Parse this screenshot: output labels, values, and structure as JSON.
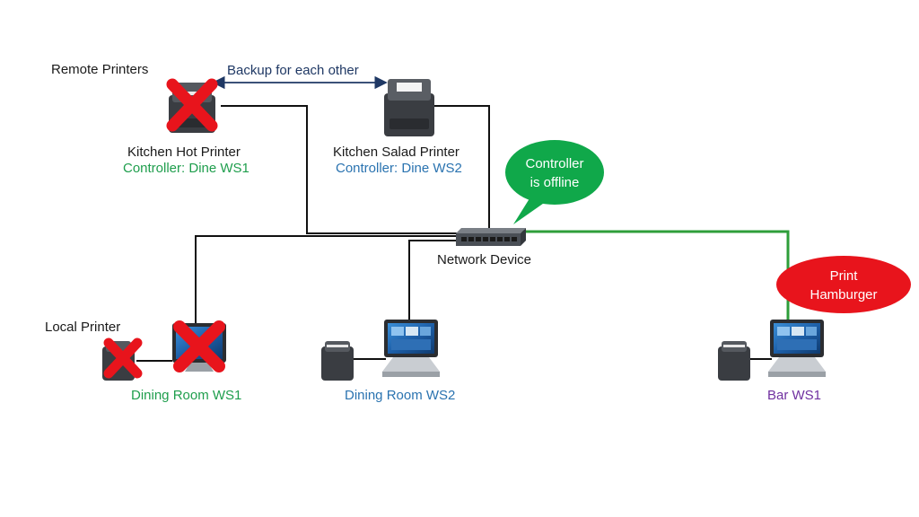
{
  "labels": {
    "remote_printers": "Remote Printers",
    "backup": "Backup for each other",
    "kitchen_hot_printer": "Kitchen Hot Printer",
    "kitchen_hot_controller": "Controller: Dine WS1",
    "kitchen_salad_printer": "Kitchen Salad Printer",
    "kitchen_salad_controller": "Controller: Dine WS2",
    "network_device": "Network Device",
    "local_printer": "Local Printer",
    "dining_room_ws1": "Dining Room WS1",
    "dining_room_ws2": "Dining Room WS2",
    "bar_ws1": "Bar WS1"
  },
  "callouts": {
    "controller_offline": {
      "line1": "Controller",
      "line2": "is offline"
    },
    "print_hamburger": {
      "line1": "Print",
      "line2": "Hamburger"
    }
  },
  "colors": {
    "green_text": "#1f9e4d",
    "blue_text": "#2a73b0",
    "purple_text": "#7030a0",
    "green_path": "#2e9e3a",
    "callout_green": "#10a84a",
    "callout_red": "#e8141c",
    "offline_cross": "#e8141c"
  },
  "icons": {
    "printer": "receipt-printer-icon",
    "pos_terminal": "pos-terminal-icon",
    "switch": "network-switch-icon",
    "cross": "offline-cross-icon"
  }
}
